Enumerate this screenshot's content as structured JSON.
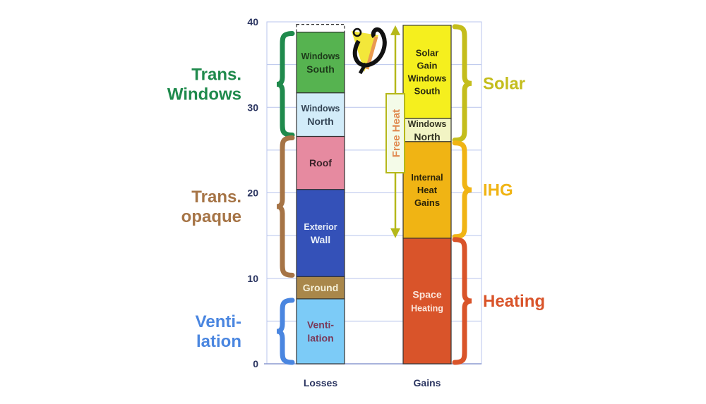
{
  "chart_data": {
    "type": "bar",
    "stacked": true,
    "title": "",
    "xlabel": "",
    "ylabel": "",
    "ylim": [
      0,
      40
    ],
    "yticks": [
      "0",
      "10",
      "20",
      "30",
      "40"
    ],
    "grid": true,
    "categories": [
      "Losses",
      "Gains"
    ],
    "stacks": [
      {
        "category": "Losses",
        "segments": [
          {
            "label": [
              "Venti-",
              "lation"
            ],
            "from": 0,
            "to": 7.6,
            "color": "#7ccbf7",
            "text_color": "#7a3a5a"
          },
          {
            "label": [
              "Ground"
            ],
            "from": 7.6,
            "to": 10.2,
            "color": "#a9874a",
            "text_color": "#f5f0d8"
          },
          {
            "label": [
              "Exterior",
              "Wall"
            ],
            "from": 10.2,
            "to": 20.4,
            "color": "#3451b8",
            "text_color": "#e8eef8"
          },
          {
            "label": [
              "Roof"
            ],
            "from": 20.4,
            "to": 26.6,
            "color": "#e68aa0",
            "text_color": "#3a2228"
          },
          {
            "label": [
              "Windows",
              "North"
            ],
            "from": 26.6,
            "to": 31.7,
            "color": "#d2ecf9",
            "text_color": "#334455"
          },
          {
            "label": [
              "Windows",
              "South"
            ],
            "from": 31.7,
            "to": 38.8,
            "color": "#56b350",
            "text_color": "#1d3a1a"
          }
        ],
        "dashed_top": 39.7
      },
      {
        "category": "Gains",
        "segments": [
          {
            "label": [
              "Space",
              "Heating"
            ],
            "from": 0,
            "to": 14.7,
            "color": "#d9542a",
            "text_color": "#fbe7dd"
          },
          {
            "label": [
              "Internal",
              "Heat",
              "Gains"
            ],
            "from": 14.7,
            "to": 26.0,
            "color": "#f0b414",
            "text_color": "#2a2208"
          },
          {
            "label": [
              "Windows",
              "North"
            ],
            "from": 26.0,
            "to": 28.7,
            "color": "#f2f4c4",
            "text_color": "#333322"
          },
          {
            "label": [
              "Solar",
              "Gain",
              "Windows",
              "South"
            ],
            "from": 28.7,
            "to": 39.6,
            "color": "#f5ef1e",
            "text_color": "#2a2a10"
          }
        ]
      }
    ],
    "annotations": {
      "free_heat": {
        "label": "Free Heat",
        "from": 14.7,
        "to": 39.6,
        "color": "#b5b81a",
        "text_color": "#e08a50"
      },
      "brackets": [
        {
          "label": [
            "Trans.",
            "Windows"
          ],
          "side": "left",
          "from": 26.6,
          "to": 38.8,
          "color": "#1f8a4c"
        },
        {
          "label": [
            "Trans.",
            "opaque"
          ],
          "side": "left",
          "from": 10.2,
          "to": 26.6,
          "color": "#a67446"
        },
        {
          "label": [
            "Venti-",
            "lation"
          ],
          "side": "left",
          "from": 0,
          "to": 7.6,
          "color": "#4a86e0"
        },
        {
          "label": [
            "Solar"
          ],
          "side": "right",
          "from": 26.0,
          "to": 39.6,
          "color": "#c4bd1c"
        },
        {
          "label": [
            "IHG"
          ],
          "side": "right",
          "from": 14.7,
          "to": 26.0,
          "color": "#f0b414"
        },
        {
          "label": [
            "Heating"
          ],
          "side": "right",
          "from": 0,
          "to": 14.7,
          "color": "#d9542a"
        }
      ]
    }
  }
}
